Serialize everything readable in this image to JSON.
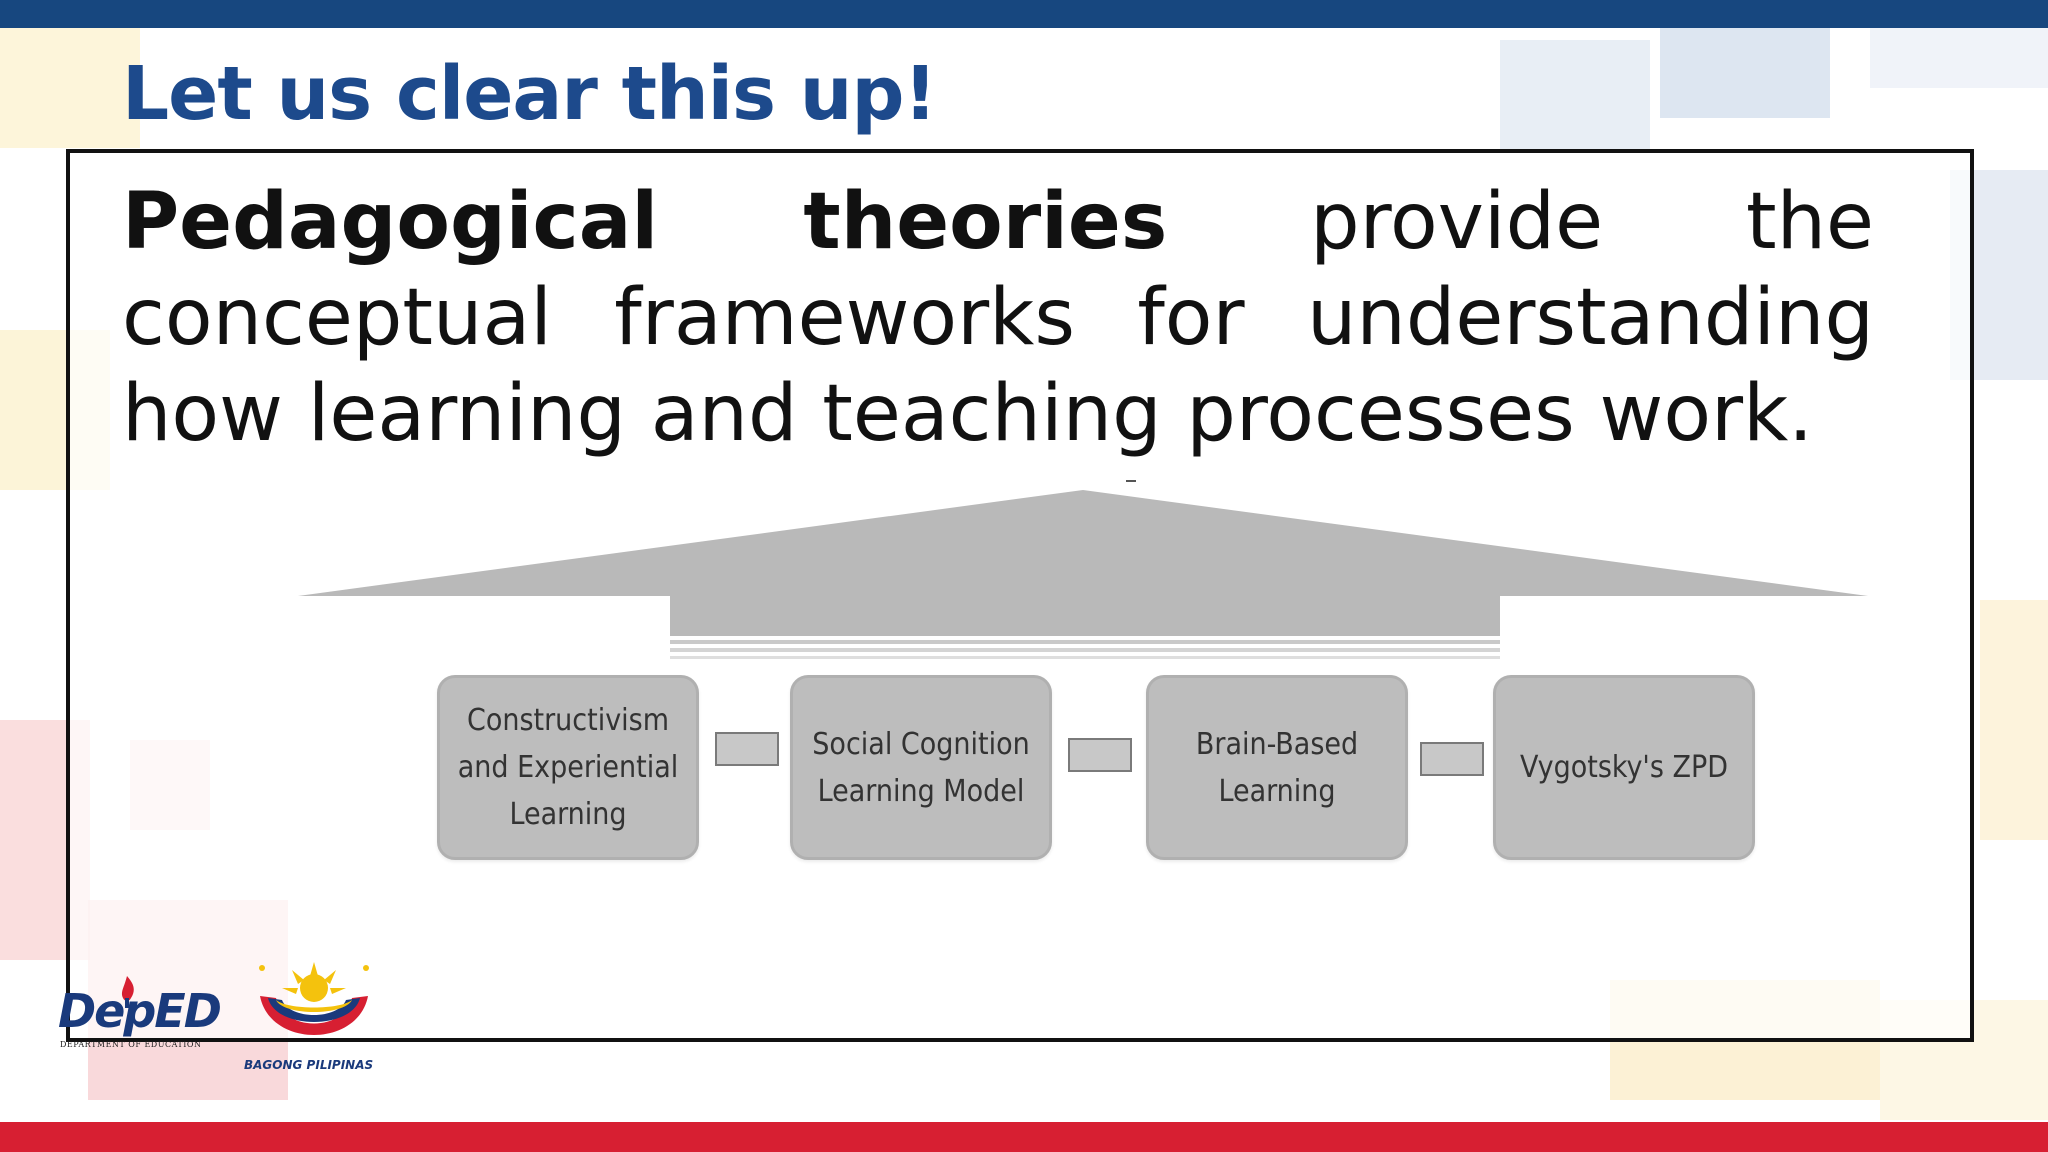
{
  "slide": {
    "title": "Let us clear this up!",
    "definition_term": "Pedagogical theories",
    "definition_rest": " provide the conceptual frameworks for understanding how learning and teaching processes work."
  },
  "diagram": {
    "boxes": [
      "Constructivism and Experiential Learning",
      "Social Cognition Learning Model",
      "Brain-Based Learning",
      "Vygotsky's ZPD"
    ]
  },
  "logos": {
    "deped_wordmark": "DepED",
    "deped_subtitle": "DEPARTMENT OF EDUCATION",
    "bagong_pilipinas": "BAGONG PILIPINAS"
  },
  "colors": {
    "top_bar": "#17477f",
    "bottom_bar": "#d71f32",
    "title": "#1d4a8c",
    "box_fill": "#bdbdbd"
  }
}
